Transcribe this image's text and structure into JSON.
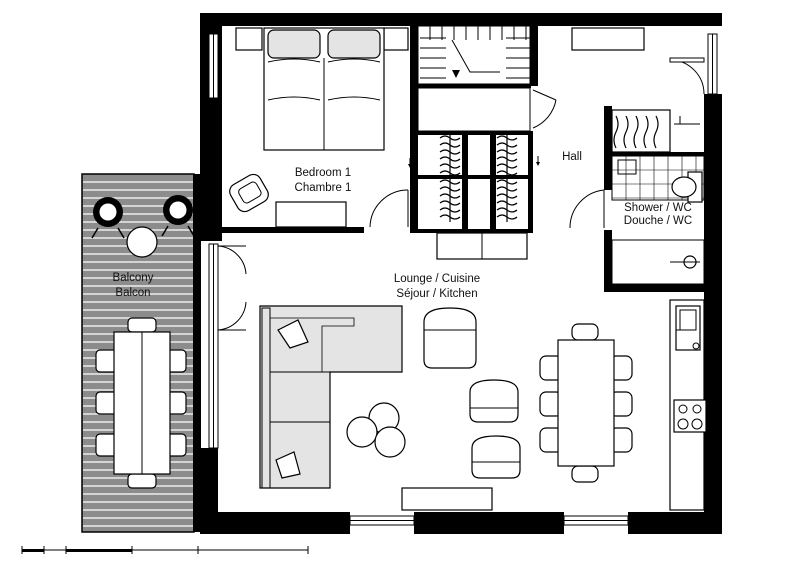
{
  "rooms": {
    "bedroom": {
      "line1": "Bedroom 1",
      "line2": "Chambre 1"
    },
    "hall": {
      "line1": "Hall"
    },
    "shower": {
      "line1": "Shower / WC",
      "line2": "Douche / WC"
    },
    "balcony": {
      "line1": "Balcony",
      "line2": "Balcon"
    },
    "lounge": {
      "line1": "Lounge / Cuisine",
      "line2": "Séjour / Kitchen"
    }
  },
  "colors": {
    "wall": "#000000",
    "balcony_deck": "#8c8c8c",
    "upholstery": "#e4e4e4"
  }
}
